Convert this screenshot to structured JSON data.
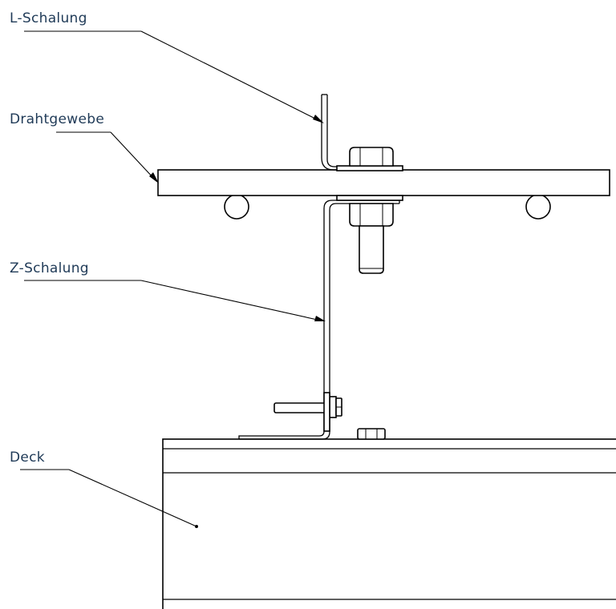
{
  "labels": {
    "l_schalung": "L-Schalung",
    "drahtgewebe": "Drahtgewebe",
    "z_schalung": "Z-Schalung",
    "deck": "Deck"
  },
  "colors": {
    "label_text": "#1f3a57",
    "line": "#000000",
    "background": "#ffffff"
  }
}
